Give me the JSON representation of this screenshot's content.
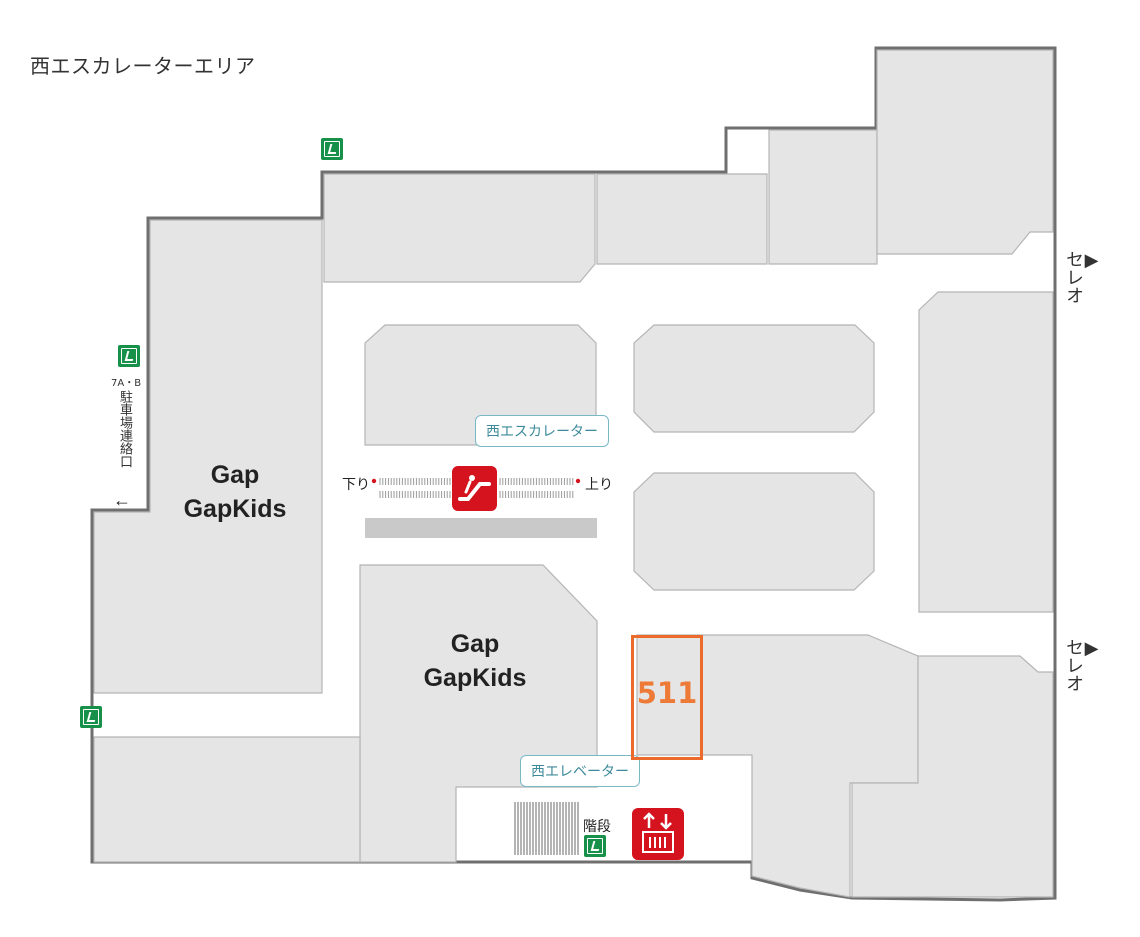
{
  "map": {
    "area_title": "西エスカレーターエリア",
    "highlight": {
      "unit_number": "511",
      "color": "#ec6a2c"
    },
    "stores": [
      {
        "lines": [
          "Gap",
          "GapKids"
        ]
      },
      {
        "lines": [
          "Gap",
          "GapKids"
        ]
      }
    ],
    "escalator": {
      "callout": "西エスカレーター",
      "down_label": "下り",
      "up_label": "上り",
      "icon": "escalator-icon"
    },
    "elevator": {
      "callout": "西エレベーター",
      "icon": "elevator-icon"
    },
    "stairs": {
      "label": "階段",
      "icon": "stairs-icon"
    },
    "parking_link": {
      "code": "7A・B",
      "label": "駐車場連絡口",
      "arrow": "←"
    },
    "celeo_links": [
      {
        "arrow": "▶",
        "label": "セレオ"
      },
      {
        "arrow": "▶",
        "label": "セレオ"
      }
    ],
    "exit_icon_name": "emergency-exit-icon",
    "colors": {
      "shop_fill": "#e5e5e5",
      "wall": "#6f6f6f",
      "exit_green": "#17914a",
      "facility_red": "#d4131e",
      "callout_teal": "#3c8a9a",
      "highlight_orange": "#ec6a2c"
    }
  }
}
